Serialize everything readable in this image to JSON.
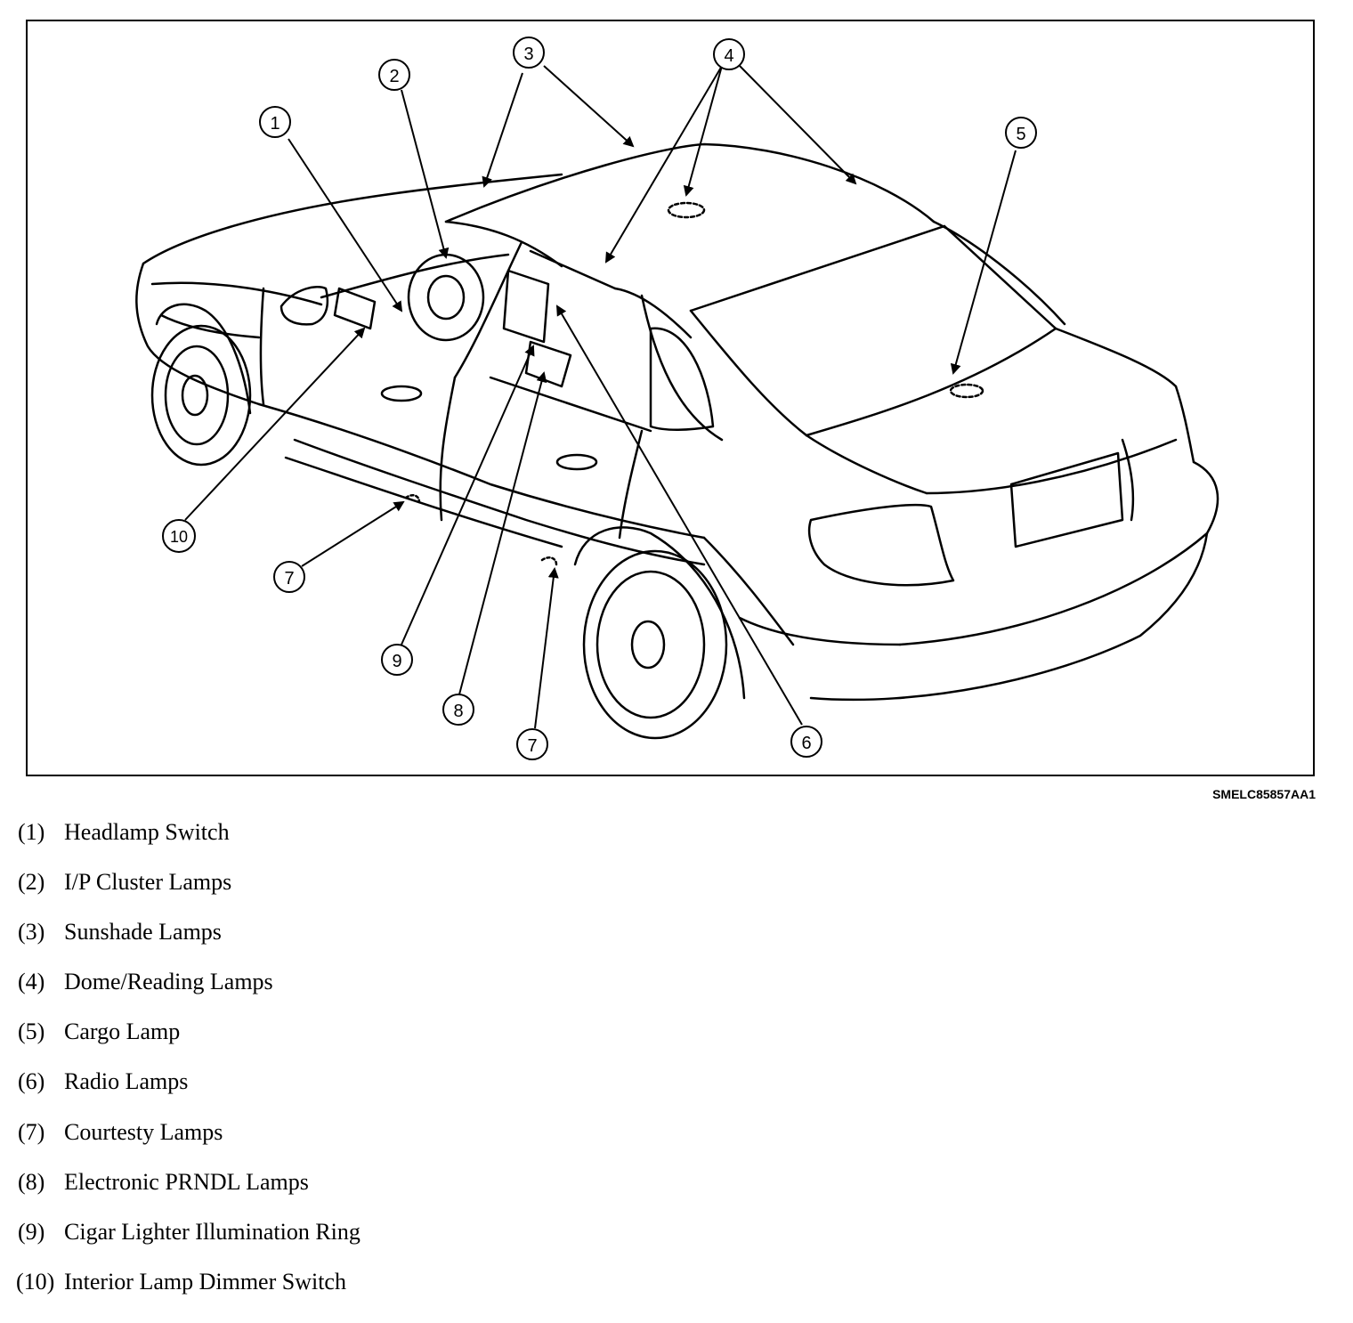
{
  "figure": {
    "code": "SMELC85857AA1",
    "callouts": [
      {
        "num": "1"
      },
      {
        "num": "2"
      },
      {
        "num": "3"
      },
      {
        "num": "4"
      },
      {
        "num": "5"
      },
      {
        "num": "6"
      },
      {
        "num": "7"
      },
      {
        "num": "7"
      },
      {
        "num": "8"
      },
      {
        "num": "9"
      },
      {
        "num": "10"
      }
    ]
  },
  "legend": [
    {
      "num": "(1)",
      "text": "Headlamp Switch"
    },
    {
      "num": "(2)",
      "text": "I/P Cluster Lamps"
    },
    {
      "num": "(3)",
      "text": "Sunshade Lamps"
    },
    {
      "num": "(4)",
      "text": "Dome/Reading Lamps"
    },
    {
      "num": "(5)",
      "text": "Cargo Lamp"
    },
    {
      "num": "(6)",
      "text": "Radio Lamps"
    },
    {
      "num": "(7)",
      "text": "Courtesty Lamps"
    },
    {
      "num": "(8)",
      "text": "Electronic PRNDL Lamps"
    },
    {
      "num": "(9)",
      "text": "Cigar Lighter Illumination Ring"
    },
    {
      "num": "(10)",
      "text": "Interior Lamp Dimmer Switch"
    }
  ]
}
